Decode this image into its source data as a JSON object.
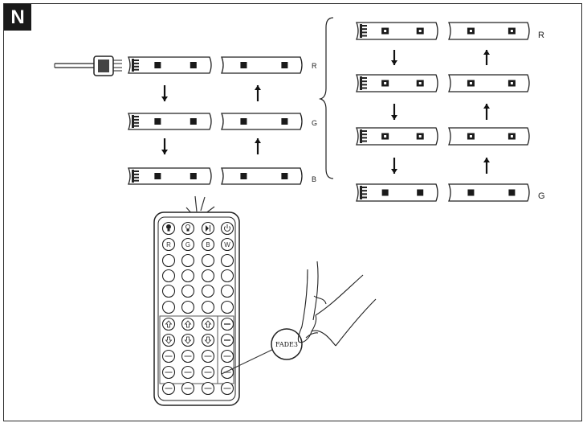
{
  "panel_letter": "N",
  "left_strip_labels": [
    "R",
    "G",
    "B"
  ],
  "right_strip_labels": {
    "top": "R",
    "bottom": "G"
  },
  "remote": {
    "top_row": [
      "bulb-dim-icon",
      "bulb-bright-icon",
      "play-pause-icon",
      "power-icon"
    ],
    "color_row": [
      "R",
      "G",
      "B",
      "W"
    ],
    "highlighted_button": "FADE3"
  }
}
